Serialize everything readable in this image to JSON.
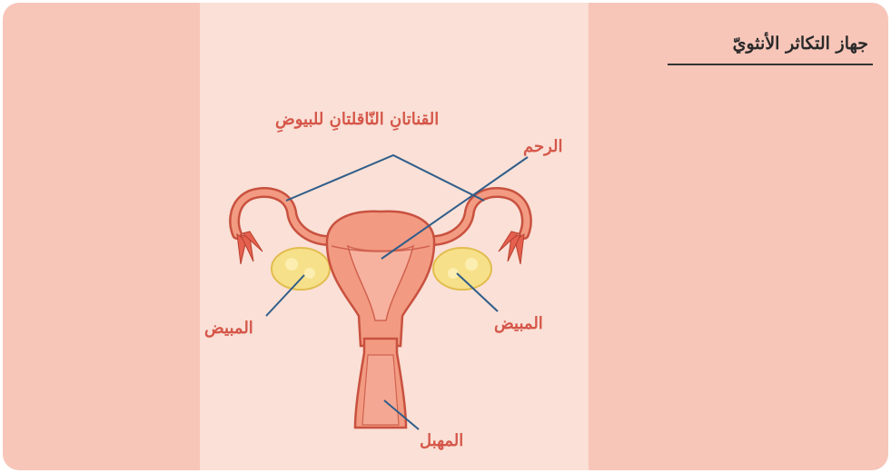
{
  "title": "جهاز التكاثر الأنثويّ",
  "labels": {
    "fallopian_tubes": "القناتانِ النّاقلتانِ للبيوضِ",
    "uterus": "الرحم",
    "ovary_left": "المبيض",
    "ovary_right": "المبيض",
    "vagina": "المهبل"
  },
  "colors": {
    "label_color": "#d5574a",
    "background": "#f7c6b9",
    "panel": "#fae0d6",
    "organ_fill": "#f29b82",
    "organ_stroke": "#c9513f",
    "ovary_fill": "#f7e08a",
    "leader_line": "#2f5d8a"
  }
}
